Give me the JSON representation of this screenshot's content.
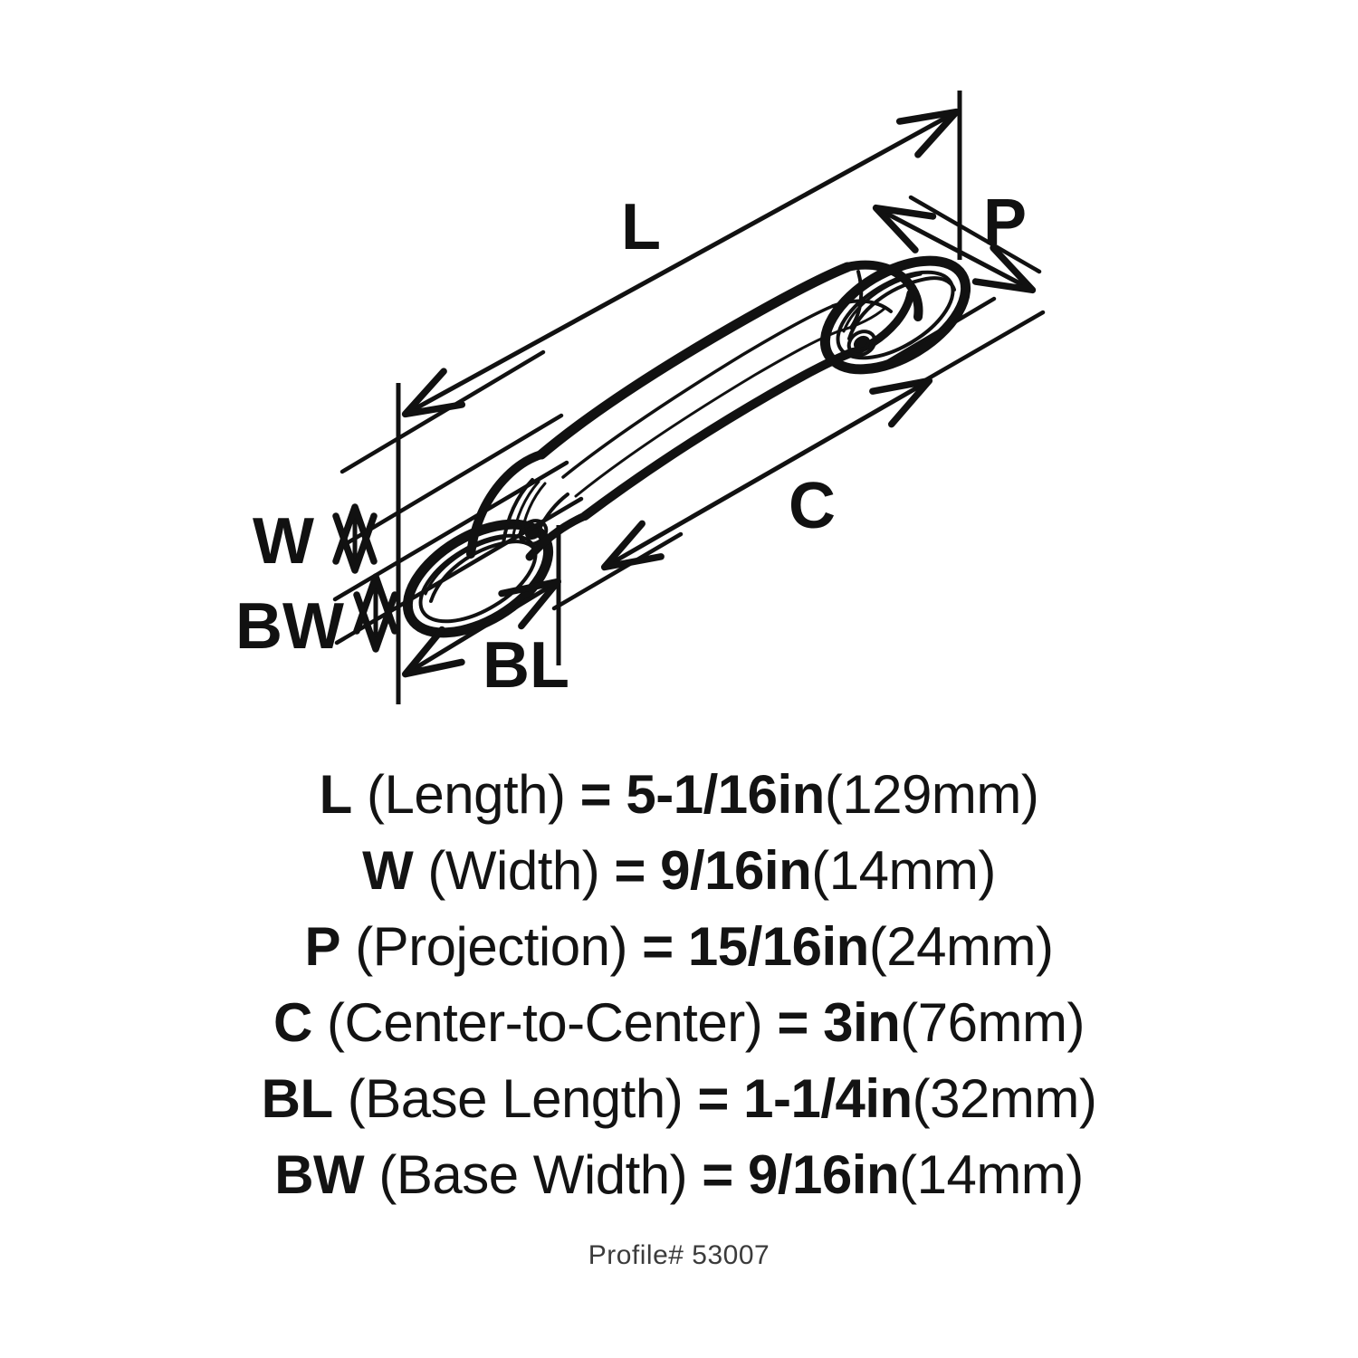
{
  "diagram": {
    "title": "Cabinet pull handle dimension diagram",
    "product": "cabinet-pull-handle",
    "line_color": "#111111",
    "background_color": "#ffffff",
    "dimension_labels": [
      {
        "key": "L",
        "label": "L",
        "name": "length-label"
      },
      {
        "key": "W",
        "label": "W",
        "name": "width-label"
      },
      {
        "key": "P",
        "label": "P",
        "name": "projection-label"
      },
      {
        "key": "C",
        "label": "C",
        "name": "center-to-center-label"
      },
      {
        "key": "BL",
        "label": "BL",
        "name": "base-length-label"
      },
      {
        "key": "BW",
        "label": "BW",
        "name": "base-width-label"
      }
    ]
  },
  "specs": [
    {
      "symbol": "L",
      "name": " (Length)",
      "eq": " = ",
      "value": "5-1/16in",
      "metric": "(129mm)"
    },
    {
      "symbol": "W",
      "name": " (Width)",
      "eq": " = ",
      "value": "9/16in",
      "metric": "(14mm)"
    },
    {
      "symbol": "P",
      "name": " (Projection)",
      "eq": " = ",
      "value": "15/16in",
      "metric": "(24mm)"
    },
    {
      "symbol": "C",
      "name": " (Center-to-Center)",
      "eq": " = ",
      "value": "3in",
      "metric": "(76mm)"
    },
    {
      "symbol": "BL",
      "name": " (Base Length)",
      "eq": " = ",
      "value": "1-1/4in",
      "metric": "(32mm)"
    },
    {
      "symbol": "BW",
      "name": " (Base Width)",
      "eq": " = ",
      "value": "9/16in",
      "metric": "(14mm)"
    }
  ],
  "footer": {
    "profile_text": "Profile# 53007"
  }
}
